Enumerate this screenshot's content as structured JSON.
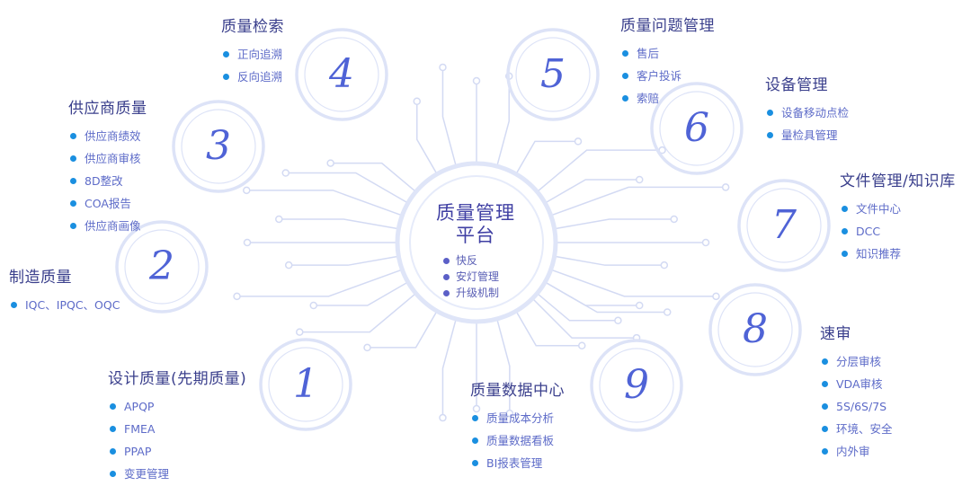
{
  "center": {
    "title_line1": "质量管理",
    "title_line2": "平台",
    "items": [
      "快反",
      "安灯管理",
      "升级机制"
    ]
  },
  "modules": [
    {
      "number": "1",
      "title": "设计质量(先期质量)",
      "items": [
        "APQP",
        "FMEA",
        "PPAP",
        "变更管理"
      ]
    },
    {
      "number": "2",
      "title": "制造质量",
      "items": [
        "IQC、IPQC、OQC"
      ]
    },
    {
      "number": "3",
      "title": "供应商质量",
      "items": [
        "供应商绩效",
        "供应商审核",
        "8D整改",
        "COA报告",
        "供应商画像"
      ]
    },
    {
      "number": "4",
      "title": "质量检索",
      "items": [
        "正向追溯",
        "反向追溯"
      ]
    },
    {
      "number": "5",
      "title": "质量问题管理",
      "items": [
        "售后",
        "客户投诉",
        "索赔"
      ]
    },
    {
      "number": "6",
      "title": "设备管理",
      "items": [
        "设备移动点检",
        "量检具管理"
      ]
    },
    {
      "number": "7",
      "title": "文件管理/知识库",
      "items": [
        "文件中心",
        "DCC",
        "知识推荐"
      ]
    },
    {
      "number": "8",
      "title": "速审",
      "items": [
        "分层审核",
        "VDA审核",
        "5S/6S/7S",
        "环境、安全",
        "内外审"
      ]
    },
    {
      "number": "9",
      "title": "质量数据中心",
      "items": [
        "质量成本分析",
        "质量数据看板",
        "BI报表管理"
      ]
    }
  ],
  "colors": {
    "title": "#3a3f8c",
    "item": "#5d6bc8",
    "bullet": "#1a8fe0",
    "number": "#4f63d6",
    "ring": "#dde3f7",
    "circuit": "#d3daf3"
  }
}
